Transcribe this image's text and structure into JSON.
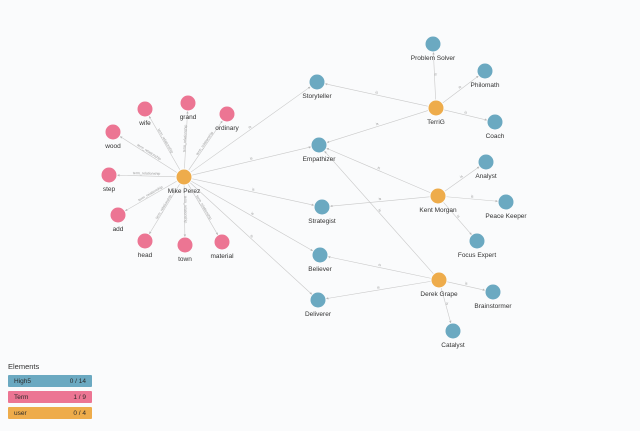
{
  "colors": {
    "High5": "#6ba9c1",
    "Term": "#ec7593",
    "user": "#eeac4b"
  },
  "nodes": [
    {
      "id": "mike",
      "label": "Mike Perez",
      "type": "user"
    },
    {
      "id": "terri",
      "label": "TerriG",
      "type": "user"
    },
    {
      "id": "kent",
      "label": "Kent Morgan",
      "type": "user"
    },
    {
      "id": "derek",
      "label": "Derek Grape",
      "type": "user"
    },
    {
      "id": "wife",
      "label": "wife",
      "type": "Term"
    },
    {
      "id": "grand",
      "label": "grand",
      "type": "Term"
    },
    {
      "id": "ordinary",
      "label": "ordinary",
      "type": "Term"
    },
    {
      "id": "wood",
      "label": "wood",
      "type": "Term"
    },
    {
      "id": "step",
      "label": "step",
      "type": "Term"
    },
    {
      "id": "add",
      "label": "add",
      "type": "Term"
    },
    {
      "id": "head",
      "label": "head",
      "type": "Term"
    },
    {
      "id": "town",
      "label": "town",
      "type": "Term"
    },
    {
      "id": "material",
      "label": "material",
      "type": "Term"
    },
    {
      "id": "problem",
      "label": "Problem Solver",
      "type": "High5"
    },
    {
      "id": "philomath",
      "label": "Philomath",
      "type": "High5"
    },
    {
      "id": "coach",
      "label": "Coach",
      "type": "High5"
    },
    {
      "id": "storyteller",
      "label": "Storyteller",
      "type": "High5"
    },
    {
      "id": "empathizer",
      "label": "Empathizer",
      "type": "High5"
    },
    {
      "id": "analyst",
      "label": "Analyst",
      "type": "High5"
    },
    {
      "id": "peace",
      "label": "Peace Keeper",
      "type": "High5"
    },
    {
      "id": "strategist",
      "label": "Strategist",
      "type": "High5"
    },
    {
      "id": "focus",
      "label": "Focus Expert",
      "type": "High5"
    },
    {
      "id": "believer",
      "label": "Believer",
      "type": "High5"
    },
    {
      "id": "deliverer",
      "label": "Deliverer",
      "type": "High5"
    },
    {
      "id": "brainstormer",
      "label": "Brainstormer",
      "type": "High5"
    },
    {
      "id": "catalyst",
      "label": "Catalyst",
      "type": "High5"
    }
  ],
  "edges": [
    {
      "source": "mike",
      "target": "wood",
      "label": "term_relationship"
    },
    {
      "source": "mike",
      "target": "wife",
      "label": "term_relationship"
    },
    {
      "source": "mike",
      "target": "grand",
      "label": "term_relationship"
    },
    {
      "source": "mike",
      "target": "ordinary",
      "label": "term_relationship"
    },
    {
      "source": "mike",
      "target": "step",
      "label": "term_relationship"
    },
    {
      "source": "mike",
      "target": "add",
      "label": "term_relationship"
    },
    {
      "source": "mike",
      "target": "head",
      "label": "term_relationship"
    },
    {
      "source": "mike",
      "target": "town",
      "label": "term_relationship"
    },
    {
      "source": "mike",
      "target": "material",
      "label": "term_relationship"
    },
    {
      "source": "mike",
      "target": "storyteller",
      "label": "is"
    },
    {
      "source": "mike",
      "target": "empathizer",
      "label": "is"
    },
    {
      "source": "mike",
      "target": "strategist",
      "label": "is"
    },
    {
      "source": "mike",
      "target": "believer",
      "label": "is"
    },
    {
      "source": "mike",
      "target": "deliverer",
      "label": "is"
    },
    {
      "source": "terri",
      "target": "problem",
      "label": "is"
    },
    {
      "source": "terri",
      "target": "philomath",
      "label": "is"
    },
    {
      "source": "terri",
      "target": "coach",
      "label": "is"
    },
    {
      "source": "terri",
      "target": "storyteller",
      "label": "is"
    },
    {
      "source": "terri",
      "target": "empathizer",
      "label": "is"
    },
    {
      "source": "kent",
      "target": "empathizer",
      "label": "is"
    },
    {
      "source": "kent",
      "target": "analyst",
      "label": "is"
    },
    {
      "source": "kent",
      "target": "peace",
      "label": "is"
    },
    {
      "source": "kent",
      "target": "strategist",
      "label": "is"
    },
    {
      "source": "kent",
      "target": "focus",
      "label": "is"
    },
    {
      "source": "derek",
      "target": "empathizer",
      "label": "is"
    },
    {
      "source": "derek",
      "target": "believer",
      "label": "is"
    },
    {
      "source": "derek",
      "target": "deliverer",
      "label": "is"
    },
    {
      "source": "derek",
      "target": "brainstormer",
      "label": "is"
    },
    {
      "source": "derek",
      "target": "catalyst",
      "label": "is"
    }
  ],
  "legend": {
    "title": "Elements",
    "items": [
      {
        "type": "High5",
        "label": "High5",
        "count": "0 / 14"
      },
      {
        "type": "Term",
        "label": "Term",
        "count": "1 / 9"
      },
      {
        "type": "user",
        "label": "user",
        "count": "0 / 4"
      }
    ]
  }
}
